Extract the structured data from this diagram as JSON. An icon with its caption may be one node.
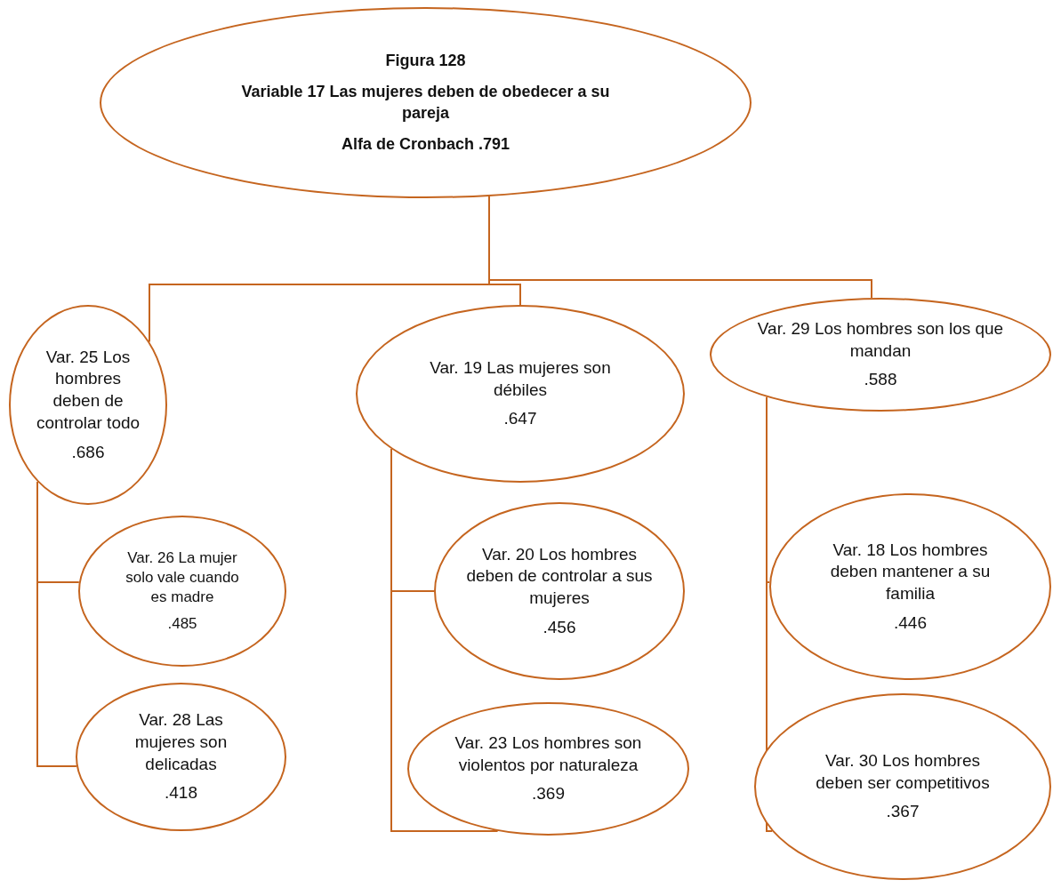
{
  "diagram": {
    "nodes": [
      {
        "text": [
          "Figura 128",
          "Variable 17 Las mujeres deben de obedecer a su pareja",
          "Alfa de Cronbach .791"
        ]
      },
      {
        "text": [
          "Var. 25 Los hombres deben de controlar todo",
          ".686"
        ]
      },
      {
        "text": [
          "Var. 19 Las mujeres son débiles",
          ".647"
        ]
      },
      {
        "text": [
          "Var. 29 Los hombres son los que mandan",
          ".588"
        ]
      },
      {
        "text": [
          "Var. 26 La mujer solo vale cuando es madre",
          ".485"
        ]
      },
      {
        "text": [
          "Var. 28 Las mujeres son delicadas",
          ".418"
        ]
      },
      {
        "text": [
          "Var. 20 Los hombres deben de controlar a sus mujeres",
          ".456"
        ]
      },
      {
        "text": [
          "Var. 23 Los hombres son violentos por naturaleza",
          ".369"
        ]
      },
      {
        "text": [
          "Var. 18 Los hombres deben mantener a su familia",
          ".446"
        ]
      },
      {
        "text": [
          "Var. 30 Los hombres deben ser competitivos",
          ".367"
        ]
      }
    ],
    "edges": [
      {
        "from": 0,
        "to": 1,
        "arrow": "none"
      },
      {
        "from": 0,
        "to": 2,
        "arrow": "none"
      },
      {
        "from": 0,
        "to": 3,
        "arrow": "none"
      },
      {
        "from": 1,
        "to": 4,
        "arrow": "none"
      },
      {
        "from": 1,
        "to": 5,
        "arrow": "none"
      },
      {
        "from": 2,
        "to": 6,
        "arrow": "none"
      },
      {
        "from": 2,
        "to": 7,
        "arrow": "none"
      },
      {
        "from": 3,
        "to": 8,
        "arrow": "none"
      },
      {
        "from": 3,
        "to": 9,
        "arrow": "none"
      }
    ]
  }
}
